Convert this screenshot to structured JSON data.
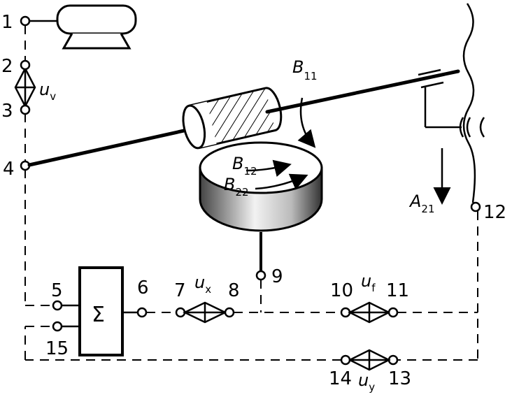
{
  "nodes": {
    "n1": "1",
    "n2": "2",
    "n3": "3",
    "n4": "4",
    "n5": "5",
    "n6": "6",
    "n7": "7",
    "n8": "8",
    "n9": "9",
    "n10": "10",
    "n11": "11",
    "n12": "12",
    "n13": "13",
    "n14": "14",
    "n15": "15"
  },
  "summer": {
    "symbol": "Σ"
  },
  "gears": {
    "u_v": {
      "base": "u",
      "sub": "v"
    },
    "u_x": {
      "base": "u",
      "sub": "x"
    },
    "u_f": {
      "base": "u",
      "sub": "f"
    },
    "u_y": {
      "base": "u",
      "sub": "y"
    }
  },
  "motions": {
    "B11": {
      "base": "B",
      "sub": "11"
    },
    "B12": {
      "base": "B",
      "sub": "12"
    },
    "B22": {
      "base": "B",
      "sub": "22"
    },
    "A21": {
      "base": "A",
      "sub": "21"
    }
  }
}
